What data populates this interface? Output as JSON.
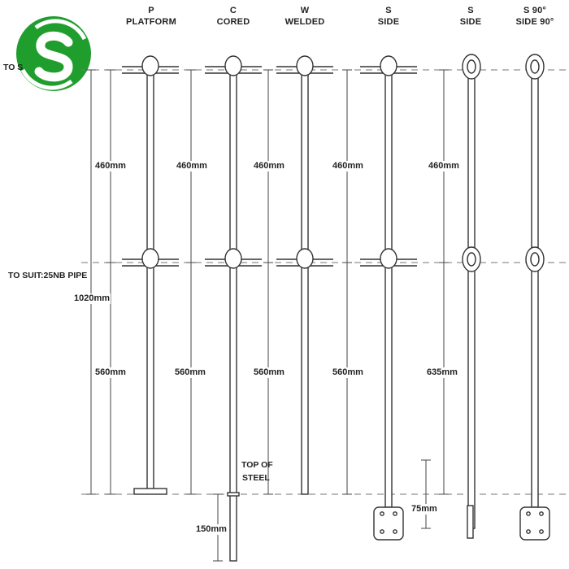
{
  "logo": {
    "letter": "S",
    "green": "#1f9e2e",
    "white": "#ffffff"
  },
  "columns": [
    {
      "code": "P",
      "name": "PLATFORM"
    },
    {
      "code": "C",
      "name": "CORED"
    },
    {
      "code": "W",
      "name": "WELDED"
    },
    {
      "code": "S",
      "name": "SIDE"
    },
    {
      "code": "S",
      "name": "SIDE"
    },
    {
      "code": "S 90°",
      "name": "SIDE 90°"
    }
  ],
  "left_labels": {
    "top_rail": "TO S",
    "mid_rail": "TO SUIT:25NB PIPE",
    "overall": "1020mm"
  },
  "dimensions": {
    "upper": [
      "460mm",
      "460mm",
      "460mm",
      "460mm",
      "460mm"
    ],
    "lower": [
      "560mm",
      "560mm",
      "560mm",
      "560mm",
      "635mm"
    ],
    "embed": "150mm",
    "plate": "75mm"
  },
  "notes": {
    "top_of_steel_1": "TOP OF",
    "top_of_steel_2": "STEEL"
  },
  "colors": {
    "line": "#333333",
    "dash": "#666666"
  }
}
